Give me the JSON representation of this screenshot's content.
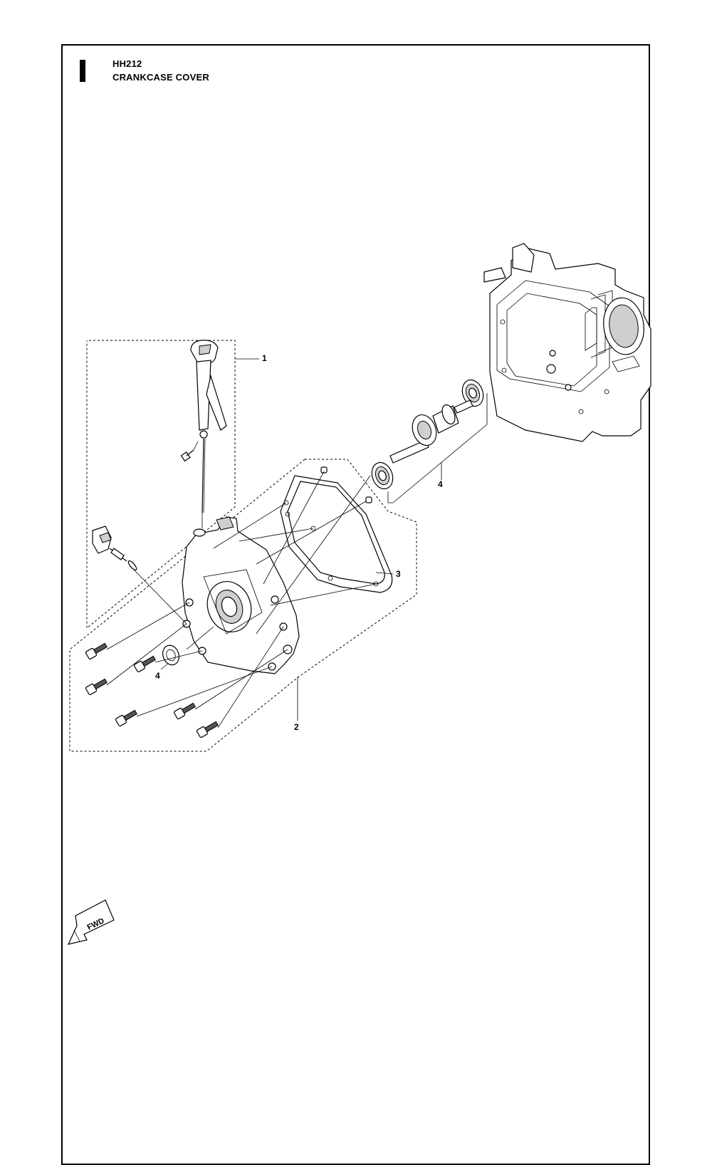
{
  "header": {
    "model_code": "HH212",
    "title": "CRANKCASE COVER"
  },
  "callouts": {
    "c1": "1",
    "c2": "2",
    "c3": "3",
    "c4_shaft": "4",
    "c4_seal": "4"
  },
  "direction_arrow": {
    "label": "FWD"
  }
}
